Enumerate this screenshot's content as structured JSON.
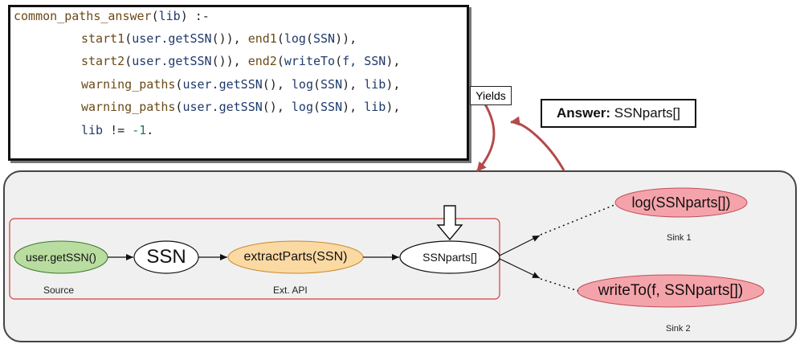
{
  "code": {
    "lines": [
      [
        {
          "t": "common_paths_answer",
          "c": "fn"
        },
        {
          "t": "(",
          "c": "pl"
        },
        {
          "t": "lib",
          "c": "id"
        },
        {
          "t": ") :-",
          "c": "pl"
        }
      ],
      [
        {
          "t": "start1",
          "c": "fn"
        },
        {
          "t": "(",
          "c": "pl"
        },
        {
          "t": "user.getSSN",
          "c": "id"
        },
        {
          "t": "()), ",
          "c": "pl"
        },
        {
          "t": "end1",
          "c": "fn"
        },
        {
          "t": "(",
          "c": "pl"
        },
        {
          "t": "log",
          "c": "id"
        },
        {
          "t": "(",
          "c": "pl"
        },
        {
          "t": "SSN",
          "c": "id"
        },
        {
          "t": ")),",
          "c": "pl"
        }
      ],
      [
        {
          "t": "start2",
          "c": "fn"
        },
        {
          "t": "(",
          "c": "pl"
        },
        {
          "t": "user.getSSN",
          "c": "id"
        },
        {
          "t": "()), ",
          "c": "pl"
        },
        {
          "t": "end2",
          "c": "fn"
        },
        {
          "t": "(",
          "c": "pl"
        },
        {
          "t": "writeTo",
          "c": "id"
        },
        {
          "t": "(",
          "c": "pl"
        },
        {
          "t": "f, SSN",
          "c": "id"
        },
        {
          "t": "),",
          "c": "pl"
        }
      ],
      [
        {
          "t": "warning_paths",
          "c": "fn"
        },
        {
          "t": "(",
          "c": "pl"
        },
        {
          "t": "user.getSSN",
          "c": "id"
        },
        {
          "t": "(), ",
          "c": "pl"
        },
        {
          "t": "log",
          "c": "id"
        },
        {
          "t": "(",
          "c": "pl"
        },
        {
          "t": "SSN",
          "c": "id"
        },
        {
          "t": "), ",
          "c": "pl"
        },
        {
          "t": "lib",
          "c": "id"
        },
        {
          "t": "),",
          "c": "pl"
        }
      ],
      [
        {
          "t": "warning_paths",
          "c": "fn"
        },
        {
          "t": "(",
          "c": "pl"
        },
        {
          "t": "user.getSSN",
          "c": "id"
        },
        {
          "t": "(), ",
          "c": "pl"
        },
        {
          "t": "log",
          "c": "id"
        },
        {
          "t": "(",
          "c": "pl"
        },
        {
          "t": "SSN",
          "c": "id"
        },
        {
          "t": "), ",
          "c": "pl"
        },
        {
          "t": "lib",
          "c": "id"
        },
        {
          "t": "),",
          "c": "pl"
        }
      ],
      [
        {
          "t": "lib",
          "c": "id"
        },
        {
          "t": " != ",
          "c": "pl"
        },
        {
          "t": "-1",
          "c": "num"
        },
        {
          "t": ".",
          "c": "pl"
        }
      ]
    ]
  },
  "yields_label": "Yields",
  "answer": {
    "prefix": "Answer:",
    "value": "SSNparts[]"
  },
  "nodes": {
    "source": "user.getSSN()",
    "ssn": "SSN",
    "extract": "extractParts(SSN)",
    "ssnparts": "SSNparts[]",
    "sink1": "log(SSNparts[])",
    "sink2": "writeTo(f, SSNparts[])"
  },
  "labels": {
    "source": "Source",
    "ext_api": "Ext. API",
    "sink1": "Sink 1",
    "sink2": "Sink 2"
  },
  "colors": {
    "code_fn": "#6b4a17",
    "code_id": "#1f3a6b",
    "code_num": "#1b7a5a",
    "source_fill": "#b9dca0",
    "extract_fill": "#fbd9a3",
    "sink_fill": "#f5a3aa",
    "red_frame": "#d23c3c",
    "arrow_red": "#b54a4a"
  }
}
